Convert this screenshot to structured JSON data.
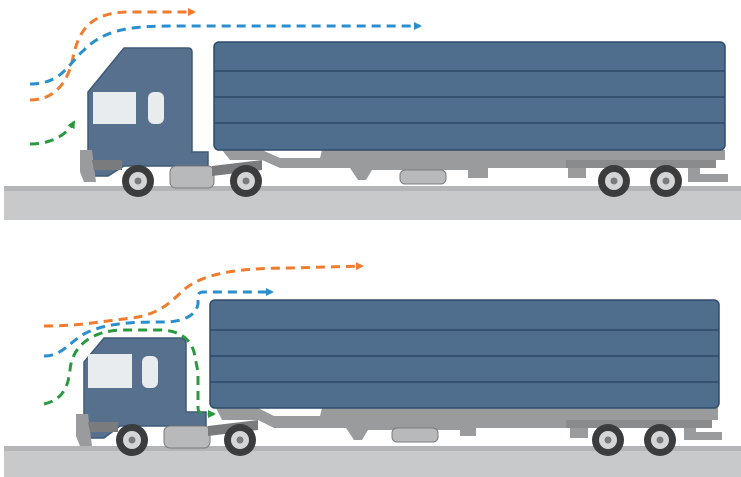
{
  "colors": {
    "background": "#ffffff",
    "road": "#c8c9ca",
    "road_shadow": "#b4b5b6",
    "trailer": "#4f6d8c",
    "trailer_stroke": "#2f4c6a",
    "trailer_lines": "#2d4a66",
    "cab": "#56708d",
    "cab_dark": "#3f5a76",
    "window": "#e8ecef",
    "chassis": "#9a9b9c",
    "chassis_dark": "#7a7b7c",
    "chassis_light": "#b8b9ba",
    "tire": "#3a3c3e",
    "hub": "#d4d5d6",
    "airflow_top": "#ef7d2d",
    "airflow_middle": "#2a8fcf",
    "airflow_bottom": "#2b9a3f"
  },
  "scenes": [
    {
      "variant": "standard-cab",
      "airflow_lines": [
        "top",
        "middle",
        "bottom"
      ]
    },
    {
      "variant": "cab-with-roof-deflector",
      "airflow_lines": [
        "top",
        "middle",
        "bottom"
      ]
    }
  ]
}
